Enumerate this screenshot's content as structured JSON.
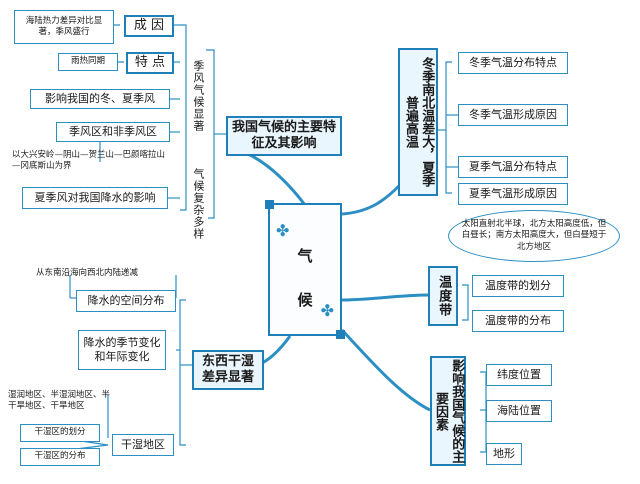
{
  "center": {
    "title_top": "气",
    "title_bottom": "候"
  },
  "branch1": {
    "title": "我国气候的主要特征及其影响",
    "sub_monsoon": "季风气候显著",
    "sub_complex": "气候复杂多样",
    "items": {
      "cause": "成 因",
      "cause_note": "海陆热力差异对比显著，季风盛行",
      "feature": "特 点",
      "feature_note": "雨热同期",
      "influence": "影响我国的冬、夏季风",
      "zone": "季风区和非季风区",
      "zone_note": "以大兴安岭—阴山—贺兰山—巴颜喀拉山—冈底斯山为界",
      "rain": "夏季风对我国降水的影响"
    }
  },
  "branch2": {
    "title": "冬季南北温差大，夏季普遍高温",
    "items": [
      "冬季气温分布特点",
      "冬季气温形成原因",
      "夏季气温分布特点",
      "夏季气温形成原因"
    ],
    "note": "太阳直射北半球，北方太阳高度低，但白昼长；南方太阳高度大，但白昼短于北方地区"
  },
  "branch3": {
    "title": "温度带",
    "items": [
      "温度带的划分",
      "温度带的分布"
    ]
  },
  "branch4": {
    "title": "影响我国气候的主要因素",
    "items": [
      "纬度位置",
      "海陆位置",
      "地形"
    ]
  },
  "branch5": {
    "title": "东西干湿差异显著",
    "rain_space": "降水的空间分布",
    "rain_space_note": "从东南沿海向西北内陆递减",
    "rain_time": "降水的季节变化和年际变化",
    "dry_wet": "干湿地区",
    "dry_wet_note": "湿润地区、半湿润地区、半干旱地区、干旱地区",
    "division": "干湿区的划分",
    "distribution": "干湿区的分布"
  },
  "colors": {
    "line": "#2b8fc4",
    "border": "#1f7fb8",
    "key_fill": "#eaf6fd"
  }
}
